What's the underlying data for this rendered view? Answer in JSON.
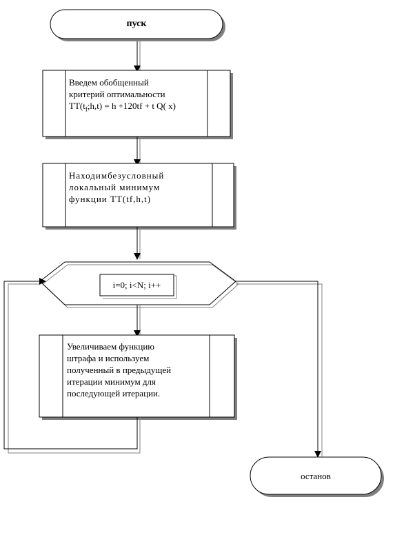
{
  "diagram": {
    "start": {
      "label": "пуск"
    },
    "process1": {
      "line1": "Введем обобщенный",
      "line2": "критерий оптимальности",
      "line3_prefix": "TT(t",
      "line3_sub": "f",
      "line3_rest": ";h,t) = h +120tf + t Q( x)"
    },
    "process2": {
      "line1": "Находимбезусловный",
      "line2": "локальный минимум",
      "line3": "функции TT(tf,h,t)"
    },
    "loop": {
      "label": "i=0; i<N; i++"
    },
    "process3": {
      "line1": "Увеличиваем функцию",
      "line2": "штрафа и используем",
      "line3": "полученный в предыдущей",
      "line4": "итерации минимум для",
      "line5": "последующей итерации."
    },
    "end": {
      "label": "останов"
    }
  },
  "colors": {
    "line": "#000000",
    "shadow": "#808080",
    "background": "#ffffff"
  }
}
